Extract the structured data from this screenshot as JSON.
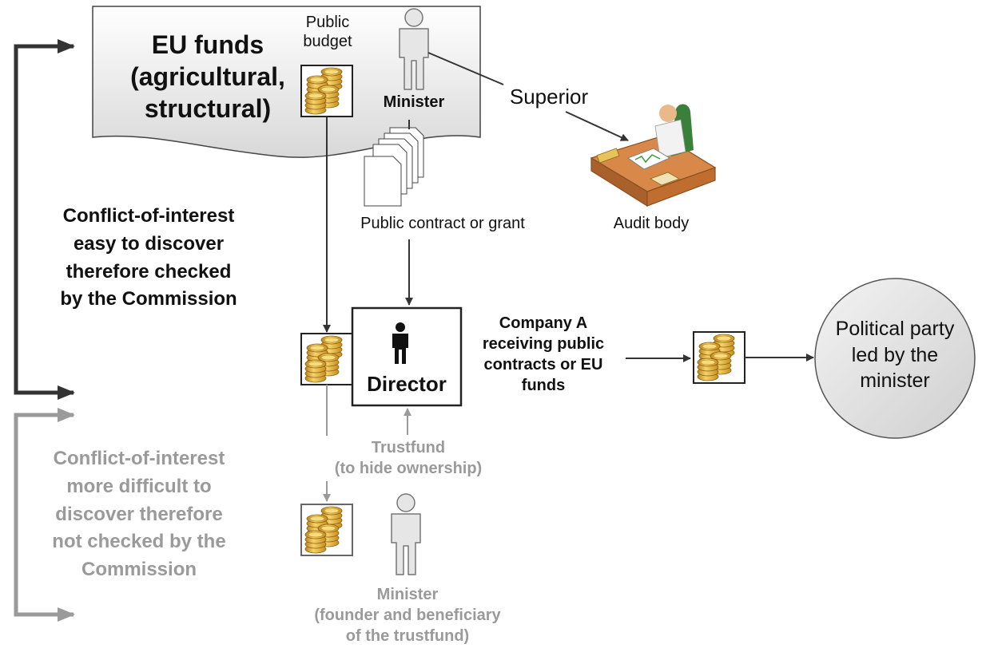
{
  "eu_funds": {
    "line1": "EU funds",
    "line2": "(agricultural,",
    "line3": "structural)"
  },
  "public_budget": {
    "line1": "Public",
    "line2": "budget"
  },
  "minister_top": {
    "label": "Minister"
  },
  "superior_label": "Superior",
  "audit_body_label": "Audit body",
  "contract_label": "Public contract or grant",
  "director_label": "Director",
  "company": {
    "line1": "Company A",
    "line2": "receiving public",
    "line3": "contracts or EU",
    "line4": "funds"
  },
  "political_party": {
    "line1": "Political party",
    "line2": "led by the",
    "line3": "minister"
  },
  "left_top_text": {
    "line1": "Conflict-of-interest",
    "line2": "easy to discover",
    "line3": "therefore checked",
    "line4": "by the Commission"
  },
  "left_bottom_text": {
    "line1": "Conflict-of-interest",
    "line2": "more difficult to",
    "line3": "discover therefore",
    "line4": "not checked by the",
    "line5": "Commission"
  },
  "trustfund": {
    "line1": "Trustfund",
    "line2": "(to hide ownership)"
  },
  "minister_bottom": {
    "line1": "Minister",
    "line2": "(founder and beneficiary",
    "line3": "of the trustfund)"
  },
  "colors": {
    "dark": "#333333",
    "grey": "#9a9a9a",
    "gold": "#e8b62c",
    "desk": "#c8742a"
  },
  "icons": [
    "person-icon",
    "coins-icon",
    "documents-icon",
    "audit-desk-icon"
  ]
}
